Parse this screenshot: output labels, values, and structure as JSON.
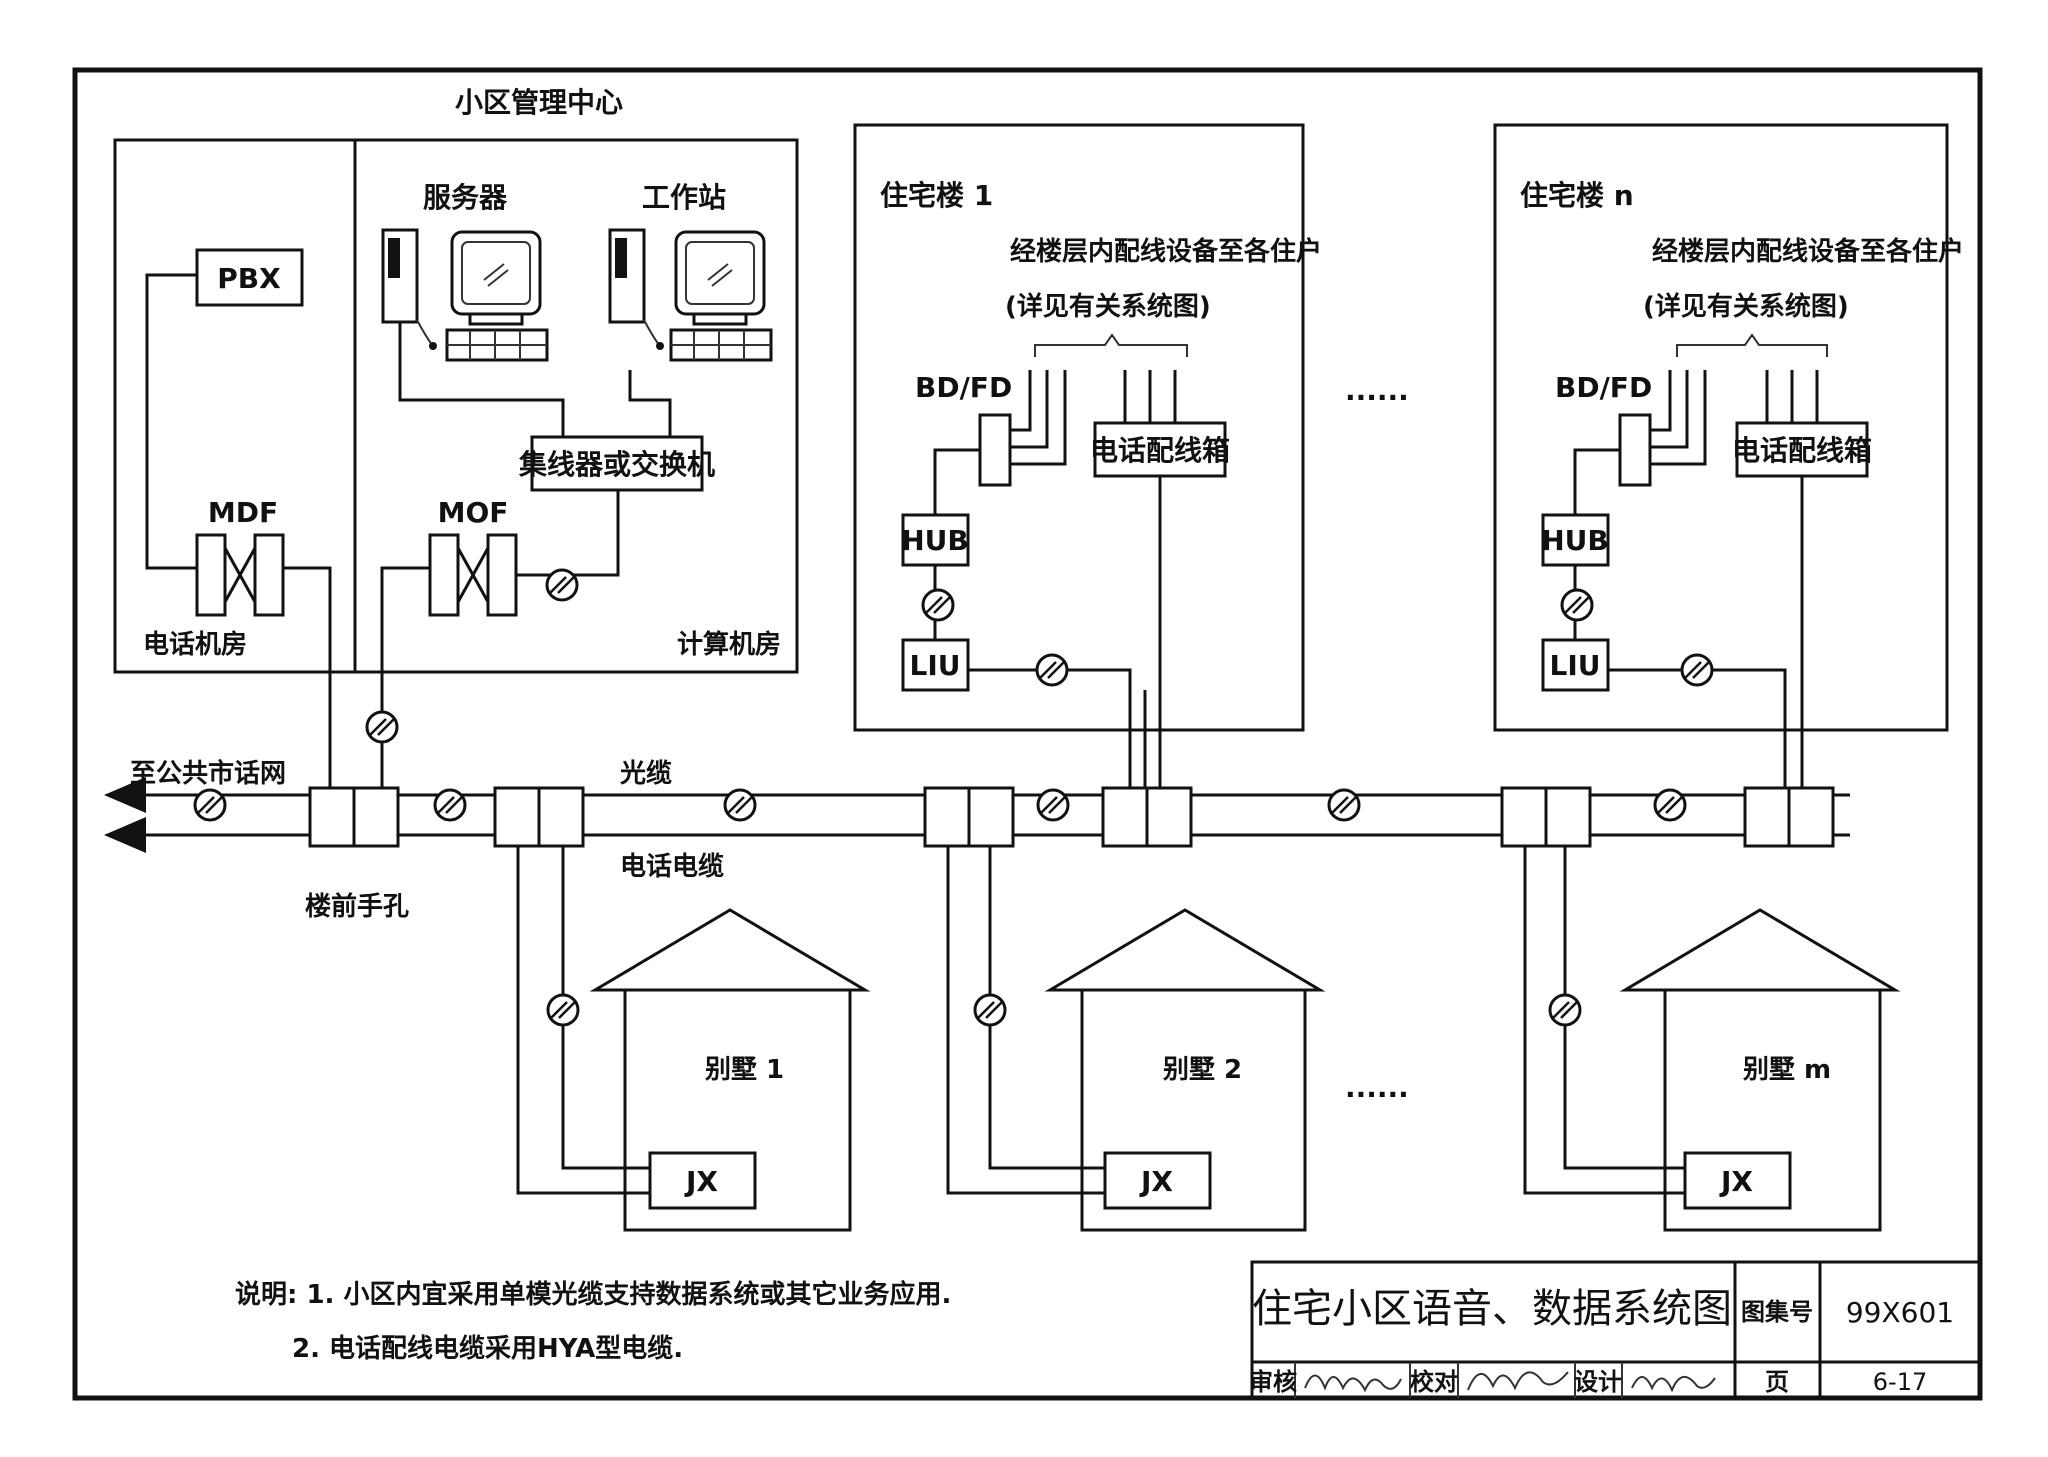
{
  "management_center": {
    "title": "小区管理中心",
    "server_label": "服务器",
    "workstation_label": "工作站",
    "pbx": "PBX",
    "mdf": "MDF",
    "mof": "MOF",
    "hub_switch": "集线器或交换机",
    "telephone_room": "电话机房",
    "computer_room": "计算机房"
  },
  "building_1": {
    "title": "住宅楼 1",
    "note_line1": "经楼层内配线设备至各住户",
    "note_line2": "(详见有关系统图)",
    "bdfd": "BD/FD",
    "hub": "HUB",
    "liu": "LIU",
    "phone_box": "电话配线箱"
  },
  "building_n": {
    "title": "住宅楼 n",
    "note_line1": "经楼层内配线设备至各住户",
    "note_line2": "(详见有关系统图)",
    "bdfd": "BD/FD",
    "hub": "HUB",
    "liu": "LIU",
    "phone_box": "电话配线箱"
  },
  "ellipsis_top": "......",
  "ellipsis_bottom": "......",
  "public_network": "至公共市话网",
  "optical_cable": "光缆",
  "phone_cable": "电话电缆",
  "handhole": "楼前手孔",
  "villas": [
    {
      "name": "别墅 1",
      "jx": "JX"
    },
    {
      "name": "别墅 2",
      "jx": "JX"
    },
    {
      "name": "别墅 m",
      "jx": "JX"
    }
  ],
  "notes": {
    "line1": "说明: 1. 小区内宜采用单模光缆支持数据系统或其它业务应用.",
    "line2": "2. 电话配线电缆采用HYA型电缆."
  },
  "title_block": {
    "title": "住宅小区语音、数据系统图",
    "atlas_label": "图集号",
    "atlas_no": "99X601",
    "review": "审核",
    "check": "校对",
    "design": "设计",
    "page_label": "页",
    "page_no": "6-17"
  }
}
